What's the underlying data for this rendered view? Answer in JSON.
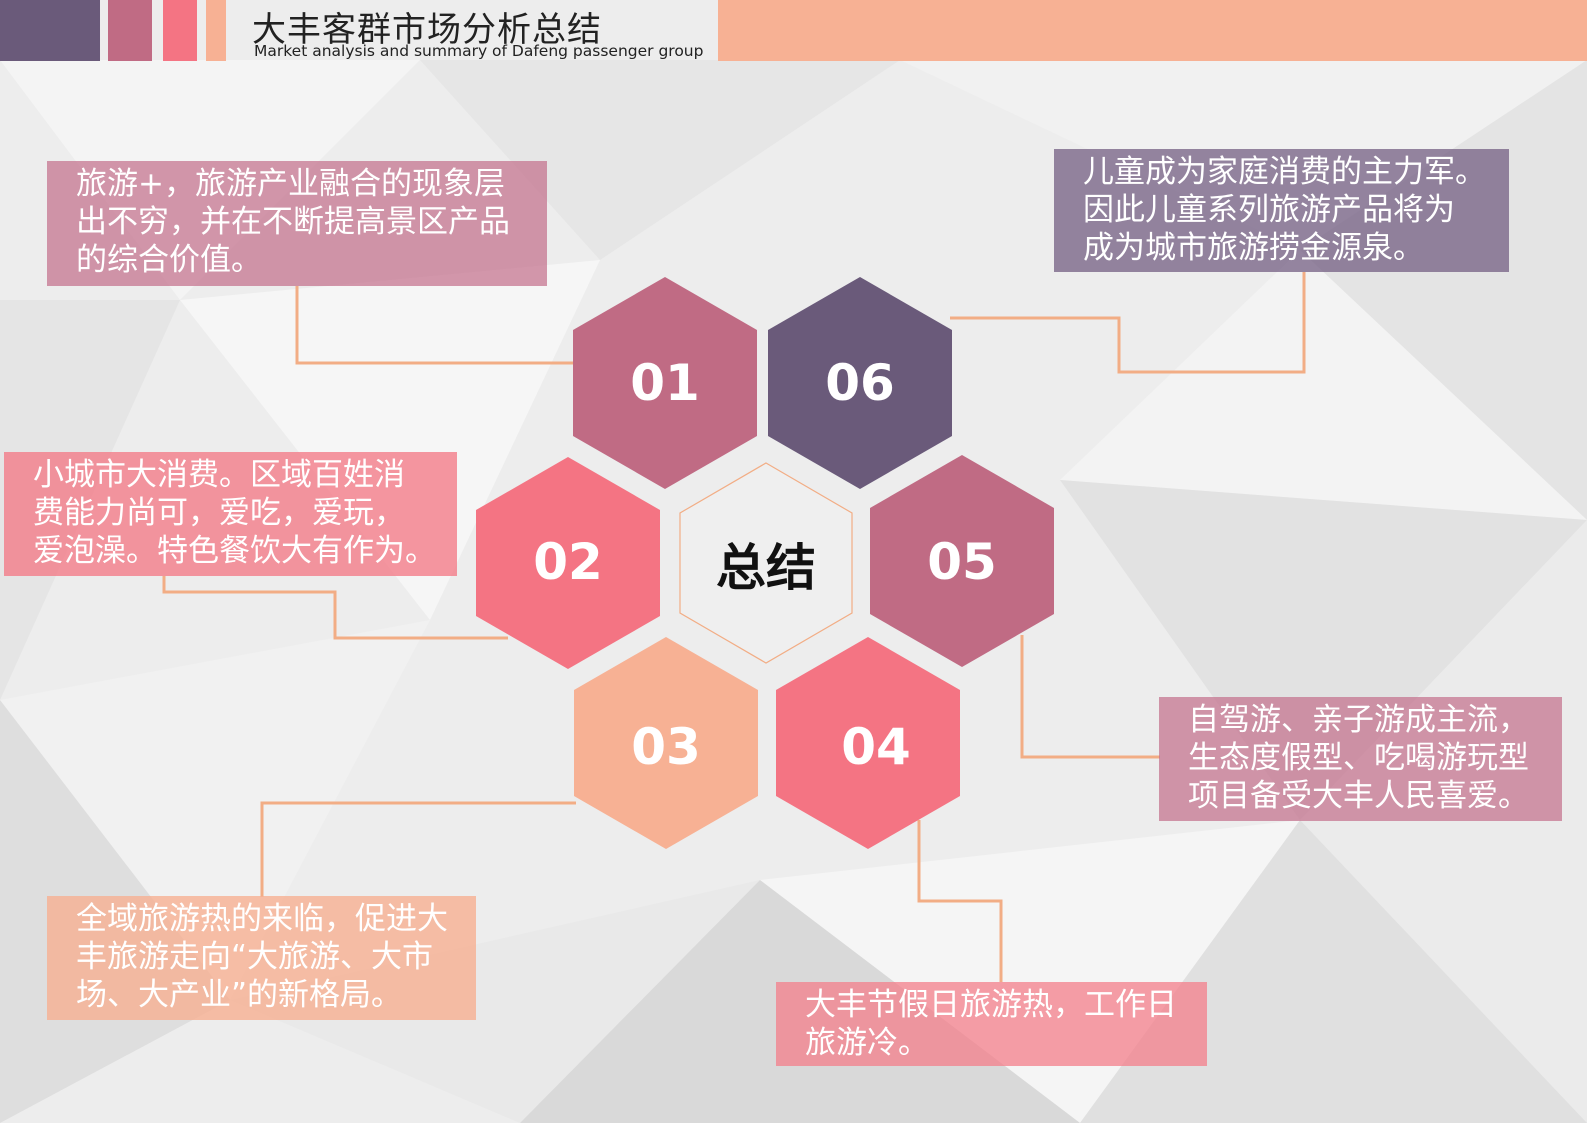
{
  "header": {
    "title": "大丰客群市场分析总结",
    "subtitle": "Market analysis and summary of Dafeng passenger group"
  },
  "colors": {
    "purple": "#6a5a7a",
    "mauve": "#c06b84",
    "pink": "#f47483",
    "peach": "#f7b194",
    "line": "#f2ad85"
  },
  "center": {
    "label": "总结"
  },
  "hexagons": [
    {
      "num": "01"
    },
    {
      "num": "02"
    },
    {
      "num": "03"
    },
    {
      "num": "04"
    },
    {
      "num": "05"
    },
    {
      "num": "06"
    }
  ],
  "callouts": [
    {
      "text": "旅游+，旅游产业融合的现象层\n出不穷，并在不断提高景区产品\n的综合价值。"
    },
    {
      "text": "小城市大消费。区域百姓消\n费能力尚可，爱吃，爱玩，\n爱泡澡。特色餐饮大有作为。"
    },
    {
      "text": "全域旅游热的来临，促进大\n丰旅游走向“大旅游、大市\n场、大产业”的新格局。"
    },
    {
      "text": "大丰节假日旅游热，工作日\n旅游冷。"
    },
    {
      "text": "自驾游、亲子游成主流，\n生态度假型、吃喝游玩型\n项目备受大丰人民喜爱。"
    },
    {
      "text": "儿童成为家庭消费的主力军。\n因此儿童系列旅游产品将为\n成为城市旅游捞金源泉。"
    }
  ]
}
